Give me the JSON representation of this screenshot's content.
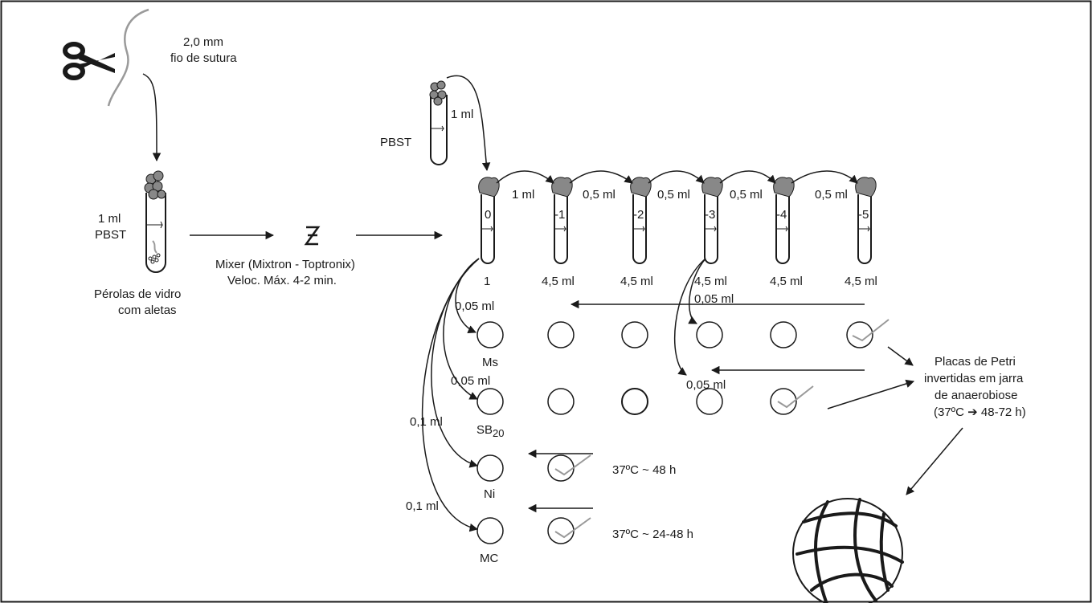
{
  "suture": {
    "size": "2,0 mm",
    "name": "fio de sutura"
  },
  "bead_tube": {
    "volume": "1 ml",
    "buffer": "PBST",
    "caption_line1": "Pérolas de vidro",
    "caption_line2": "com aletas"
  },
  "mixer": {
    "line1": "Mixer (Mixtron - Toptronix)",
    "line2": "Veloc. Máx. 4-2 min."
  },
  "pbst_tube": {
    "volume": "1 ml",
    "label": "PBST"
  },
  "dilution": {
    "exponents": [
      "0",
      "-1",
      "-2",
      "-3",
      "-4",
      "-5"
    ],
    "bottom_labels": [
      "1",
      "4,5 ml",
      "4,5 ml",
      "4,5 ml",
      "4,5 ml",
      "4,5 ml"
    ],
    "transfers": [
      "1 ml",
      "0,5 ml",
      "0,5 ml",
      "0,5 ml",
      "0,5 ml"
    ]
  },
  "media": {
    "ms": {
      "label": "Ms",
      "volume": "0,05 ml"
    },
    "sb": {
      "label": "SB",
      "sub": "20",
      "volume": "0,05 ml"
    },
    "ni": {
      "label": "Ni",
      "volume": "0,1 ml",
      "incubation": "37ºC ~ 48 h"
    },
    "mc": {
      "label": "MC",
      "volume": "0,1 ml",
      "incubation": "37ºC ~ 24-48 h"
    }
  },
  "plating": {
    "ms_row": "0,05 ml",
    "sb_row": "0,05 ml"
  },
  "petri": {
    "line1": "Placas de Petri",
    "line2": "invertidas em jarra",
    "line3": "de anaerobiose",
    "line4": "(37ºC ➔ 48-72 h)"
  }
}
